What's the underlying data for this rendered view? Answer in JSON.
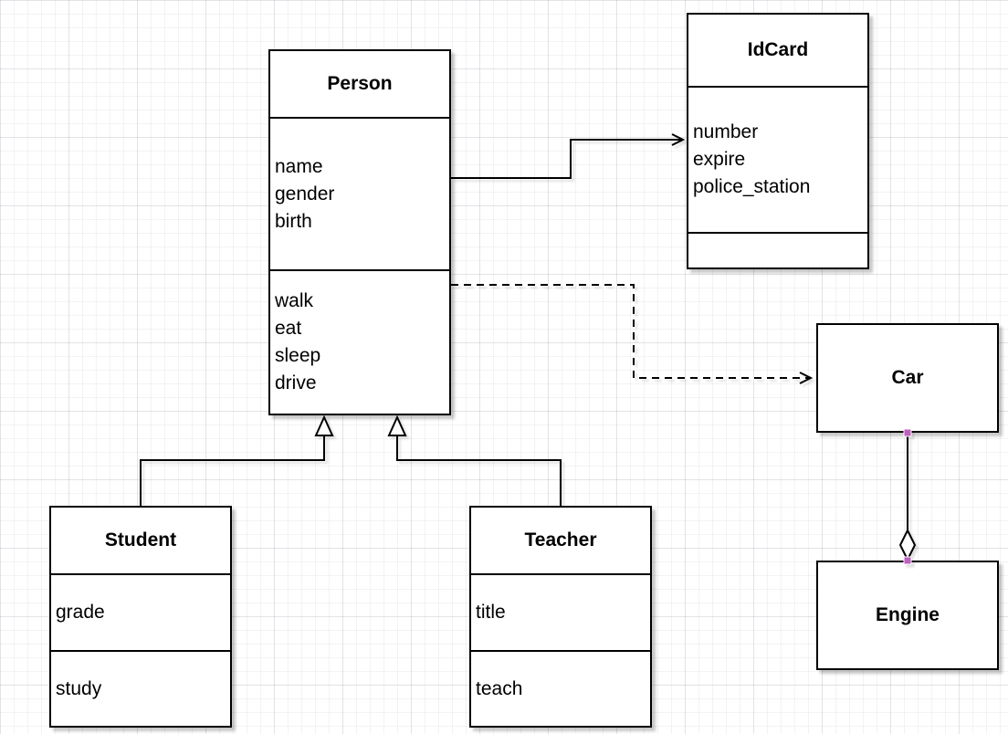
{
  "classes": {
    "person": {
      "title": "Person",
      "attributes": [
        "name",
        "gender",
        "birth"
      ],
      "methods": [
        "walk",
        "eat",
        "sleep",
        "drive"
      ]
    },
    "idcard": {
      "title": "IdCard",
      "attributes": [
        "number",
        "expire",
        "police_station"
      ],
      "methods": []
    },
    "car": {
      "title": "Car"
    },
    "engine": {
      "title": "Engine"
    },
    "student": {
      "title": "Student",
      "attributes": [
        "grade"
      ],
      "methods": [
        "study"
      ]
    },
    "teacher": {
      "title": "Teacher",
      "attributes": [
        "title"
      ],
      "methods": [
        "teach"
      ]
    }
  },
  "edges": [
    {
      "id": "person-idcard",
      "from": "Person",
      "to": "IdCard",
      "type": "association",
      "line": "solid",
      "arrow": "open"
    },
    {
      "id": "person-car",
      "from": "Person",
      "to": "Car",
      "type": "dependency",
      "line": "dashed",
      "arrow": "open"
    },
    {
      "id": "student-person",
      "from": "Student",
      "to": "Person",
      "type": "generalization",
      "line": "solid",
      "arrow": "hollow-triangle"
    },
    {
      "id": "teacher-person",
      "from": "Teacher",
      "to": "Person",
      "type": "generalization",
      "line": "solid",
      "arrow": "hollow-triangle"
    },
    {
      "id": "car-engine",
      "from": "Car",
      "to": "Engine",
      "type": "aggregation",
      "line": "solid",
      "arrow": "hollow-diamond"
    }
  ],
  "colors": {
    "stroke": "#000000",
    "fill": "#ffffff",
    "endpoint_marker": "#bf5fbf"
  }
}
